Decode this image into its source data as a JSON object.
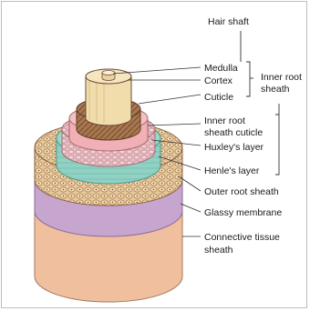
{
  "labels": {
    "hair_shaft": "Hair shaft",
    "medulla": "Medulla",
    "cortex": "Cortex",
    "cuticle": "Cuticle",
    "inner_root_sheath": [
      "Inner root",
      "sheath"
    ],
    "inner_root_sheath_cuticle": [
      "Inner root",
      "sheath cuticle"
    ],
    "huxleys_layer": "Huxley's layer",
    "henles_layer": "Henle's layer",
    "outer_root_sheath": "Outer root sheath",
    "glassy_membrane": "Glassy membrane",
    "connective_tissue_sheath": [
      "Connective tissue",
      "sheath"
    ]
  },
  "colors": {
    "connective_tissue": "#f2c3a4",
    "glassy_membrane": "#c7a8cf",
    "outer_root_cells": "#e9cf9f",
    "henles_layer": "#8fd1c3",
    "huxleys_layer": "#e9b8c8",
    "irs_cuticle": "#f0b2b6",
    "cuticle": "#b07d58",
    "cortex": "#f2ddae",
    "outline": "#6b4a36"
  }
}
